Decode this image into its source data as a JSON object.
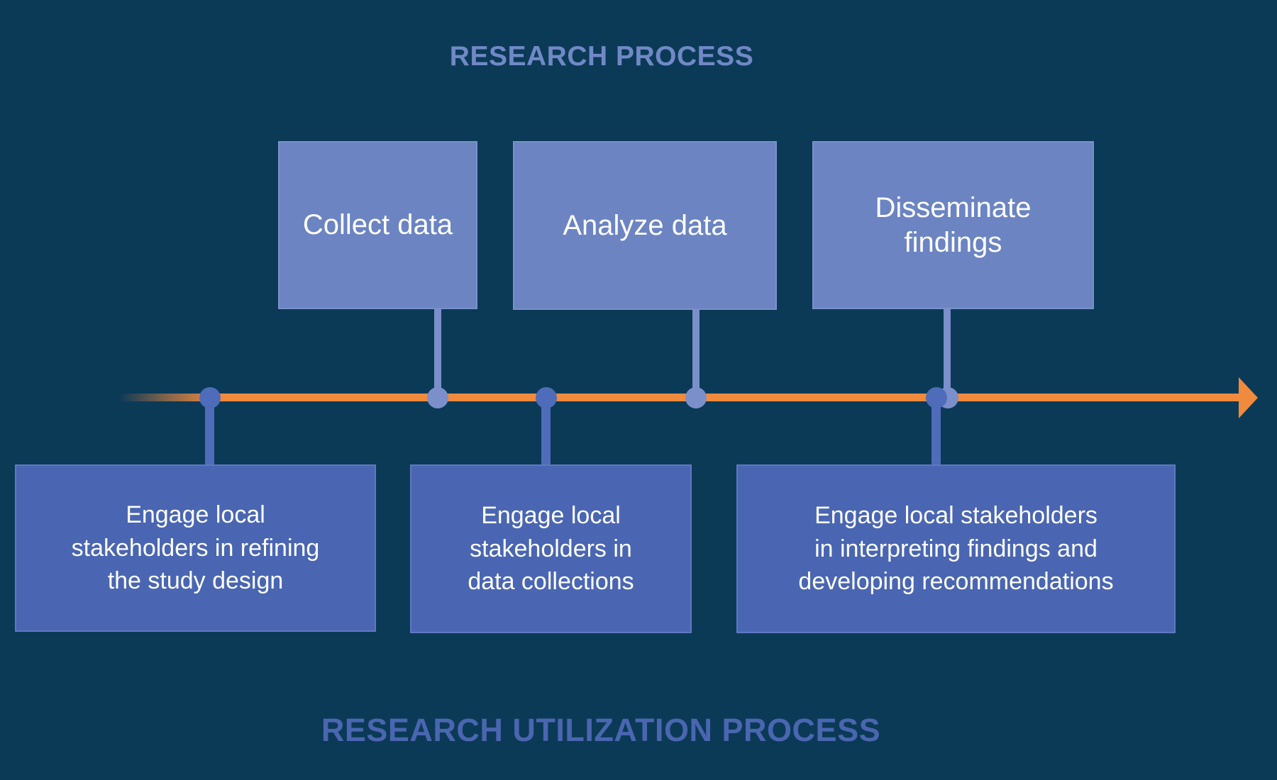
{
  "header": {
    "title": "RESEARCH PROCESS"
  },
  "footer": {
    "title": "RESEARCH UTILIZATION PROCESS"
  },
  "research_process": {
    "steps": [
      {
        "label": "Collect data"
      },
      {
        "label": "Analyze data"
      },
      {
        "label": "Disseminate\nfindings"
      }
    ]
  },
  "utilization_process": {
    "steps": [
      {
        "label": "Engage local\nstakeholders in refining\nthe study design"
      },
      {
        "label": "Engage local\nstakeholders in\ndata collections"
      },
      {
        "label": "Engage local stakeholders\nin interpreting findings and\ndeveloping recommendations"
      }
    ]
  },
  "colors": {
    "background": "#0b3a57",
    "top_box_fill": "#6c84c2",
    "bottom_box_fill": "#4a66b2",
    "timeline_orange": "#f08a3d",
    "light_node": "#7b8fca",
    "dark_node": "#4f6cba",
    "top_title": "#7089c6",
    "bottom_title": "#4a66b0",
    "box_text": "#ffffff"
  }
}
